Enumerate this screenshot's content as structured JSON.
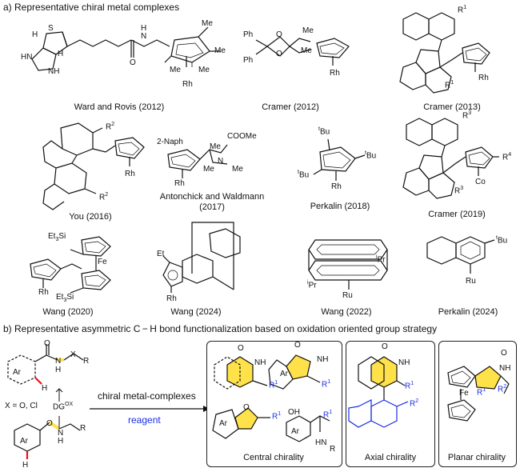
{
  "section_a": {
    "title": "a) Representative chiral metal complexes",
    "complexes": [
      {
        "caption": "Ward and Rovis (2012)",
        "labels": [
          "H",
          "S",
          "H",
          "HN",
          "NH",
          "O",
          "H",
          "N",
          "Me",
          "Me",
          "Me",
          "Me",
          "Rh"
        ]
      },
      {
        "caption": "Cramer (2012)",
        "labels": [
          "Ph",
          "Ph",
          "O",
          "O",
          "Me",
          "Me",
          "Rh"
        ]
      },
      {
        "caption": "Cramer (2013)",
        "labels": [
          "R",
          "1",
          "R",
          "1",
          "Rh"
        ]
      },
      {
        "caption": "You (2016)",
        "labels": [
          "R",
          "2",
          "R",
          "2",
          "Rh"
        ]
      },
      {
        "caption": "Antonchick and Waldmann (2017)",
        "labels": [
          "2-Naph",
          "COOMe",
          "Me",
          "N",
          "Me",
          "Me",
          "Rh"
        ]
      },
      {
        "caption": "Perkalin (2018)",
        "labels": [
          "t",
          "Bu",
          "t",
          "Bu",
          "t",
          "Bu",
          "Rh"
        ]
      },
      {
        "caption": "Cramer (2019)",
        "labels": [
          "R",
          "3",
          "R",
          "3",
          "R",
          "4",
          "Co"
        ]
      },
      {
        "caption": "Wang (2020)",
        "labels": [
          "Et",
          "3",
          "Si",
          "Fe",
          "Rh",
          "Et",
          "3",
          "Si"
        ]
      },
      {
        "caption": "Wang (2024)",
        "labels": [
          "Et",
          "Rh"
        ]
      },
      {
        "caption": "Wang (2022)",
        "labels": [
          "i",
          "Pr",
          "i",
          "Pr",
          "Ru"
        ]
      },
      {
        "caption": "Perkalin (2024)",
        "labels": [
          "t",
          "Bu",
          "Ru"
        ]
      }
    ]
  },
  "section_b": {
    "title": "b) Representative asymmetric C − H bond functionalization based on oxidation oriented group strategy",
    "left_scheme": {
      "labels": [
        "Ar",
        "O",
        "N",
        "H",
        "X",
        "R",
        "H",
        "X = O, Cl",
        "DG",
        "OX",
        "Ar",
        "O",
        "N",
        "H",
        "R",
        "H"
      ],
      "arrow_top": "chiral metal-complexes",
      "arrow_bottom": "reagent"
    },
    "panels": [
      {
        "title": "Central chirality",
        "labels": [
          "O",
          "NH",
          "R",
          "1",
          "O",
          "NH",
          "Ar",
          "R",
          "1",
          "O",
          "Ar",
          "R",
          "1",
          "OH",
          "Ar",
          "R",
          "1",
          "HN",
          "R"
        ]
      },
      {
        "title": "Axial chirality",
        "labels": [
          "O",
          "NH",
          "R",
          "1",
          "R",
          "2"
        ]
      },
      {
        "title": "Planar chirality",
        "labels": [
          "O",
          "NH",
          "Fe",
          "R",
          "1",
          "R",
          "2"
        ]
      }
    ],
    "colors": {
      "highlight_yellow": "#ffe14a",
      "bond_red": "#e8141c",
      "r_group_blue": "#1a2ee0",
      "star_red": "#e8141c"
    }
  }
}
